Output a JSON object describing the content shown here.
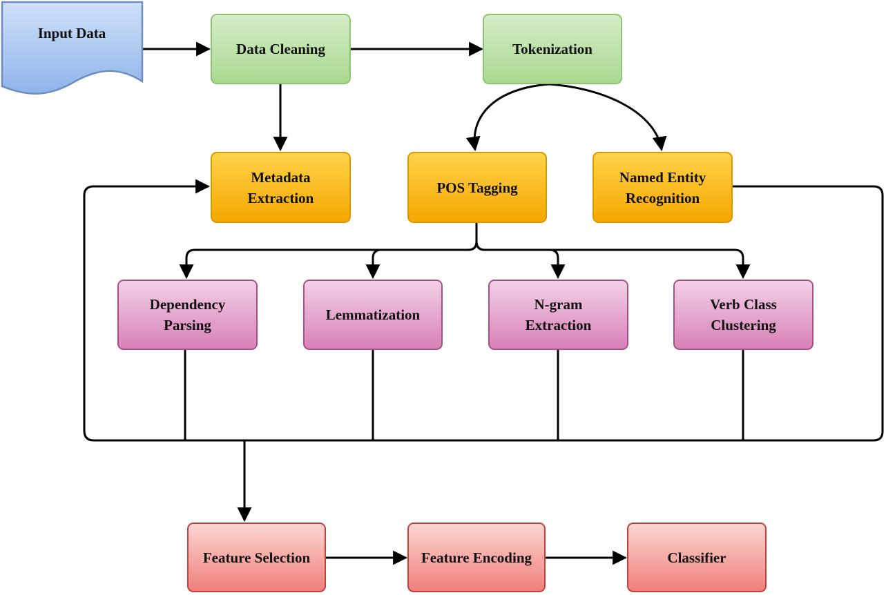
{
  "nodes": {
    "input_data": "Input Data",
    "data_cleaning": "Data Cleaning",
    "tokenization": "Tokenization",
    "metadata_extraction": [
      "Metadata",
      "Extraction"
    ],
    "pos_tagging": "POS Tagging",
    "named_entity_recognition": [
      "Named Entity",
      "Recognition"
    ],
    "dependency_parsing": [
      "Dependency",
      "Parsing"
    ],
    "lemmatization": "Lemmatization",
    "ngram_extraction": [
      "N-gram",
      "Extraction"
    ],
    "verb_class_clustering": [
      "Verb Class",
      "Clustering"
    ],
    "feature_selection": "Feature Selection",
    "feature_encoding": "Feature Encoding",
    "classifier": "Classifier"
  },
  "colors": {
    "input": "#a8c6ee",
    "preprocess": "#a9d98f",
    "extraction": "#f5a800",
    "linguistic": "#d981b8",
    "model": "#ef7f7b",
    "edge": "#000000"
  },
  "edges": [
    [
      "input_data",
      "data_cleaning"
    ],
    [
      "data_cleaning",
      "tokenization"
    ],
    [
      "data_cleaning",
      "metadata_extraction"
    ],
    [
      "tokenization",
      "pos_tagging"
    ],
    [
      "tokenization",
      "named_entity_recognition"
    ],
    [
      "pos_tagging",
      "dependency_parsing"
    ],
    [
      "pos_tagging",
      "lemmatization"
    ],
    [
      "pos_tagging",
      "ngram_extraction"
    ],
    [
      "pos_tagging",
      "verb_class_clustering"
    ],
    [
      "named_entity_recognition",
      "metadata_extraction"
    ],
    [
      "linguistic_features",
      "feature_selection"
    ],
    [
      "feature_selection",
      "feature_encoding"
    ],
    [
      "feature_encoding",
      "classifier"
    ]
  ]
}
